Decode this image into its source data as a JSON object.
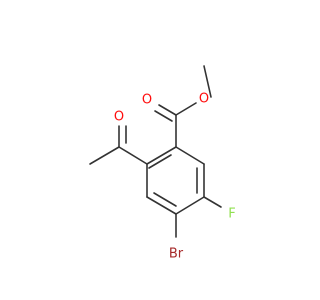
{
  "molecule": {
    "atoms": {
      "O_acetyl": {
        "text": "O",
        "color": "#ff0d0d"
      },
      "O_carbonyl": {
        "text": "O",
        "color": "#ff0d0d"
      },
      "O_ester": {
        "text": "O",
        "color": "#ff0d0d"
      },
      "F": {
        "text": "F",
        "color": "#90e050"
      },
      "Br": {
        "text": "Br",
        "color": "#a62929"
      }
    },
    "bond_color": "#333333",
    "background": "#ffffff"
  }
}
